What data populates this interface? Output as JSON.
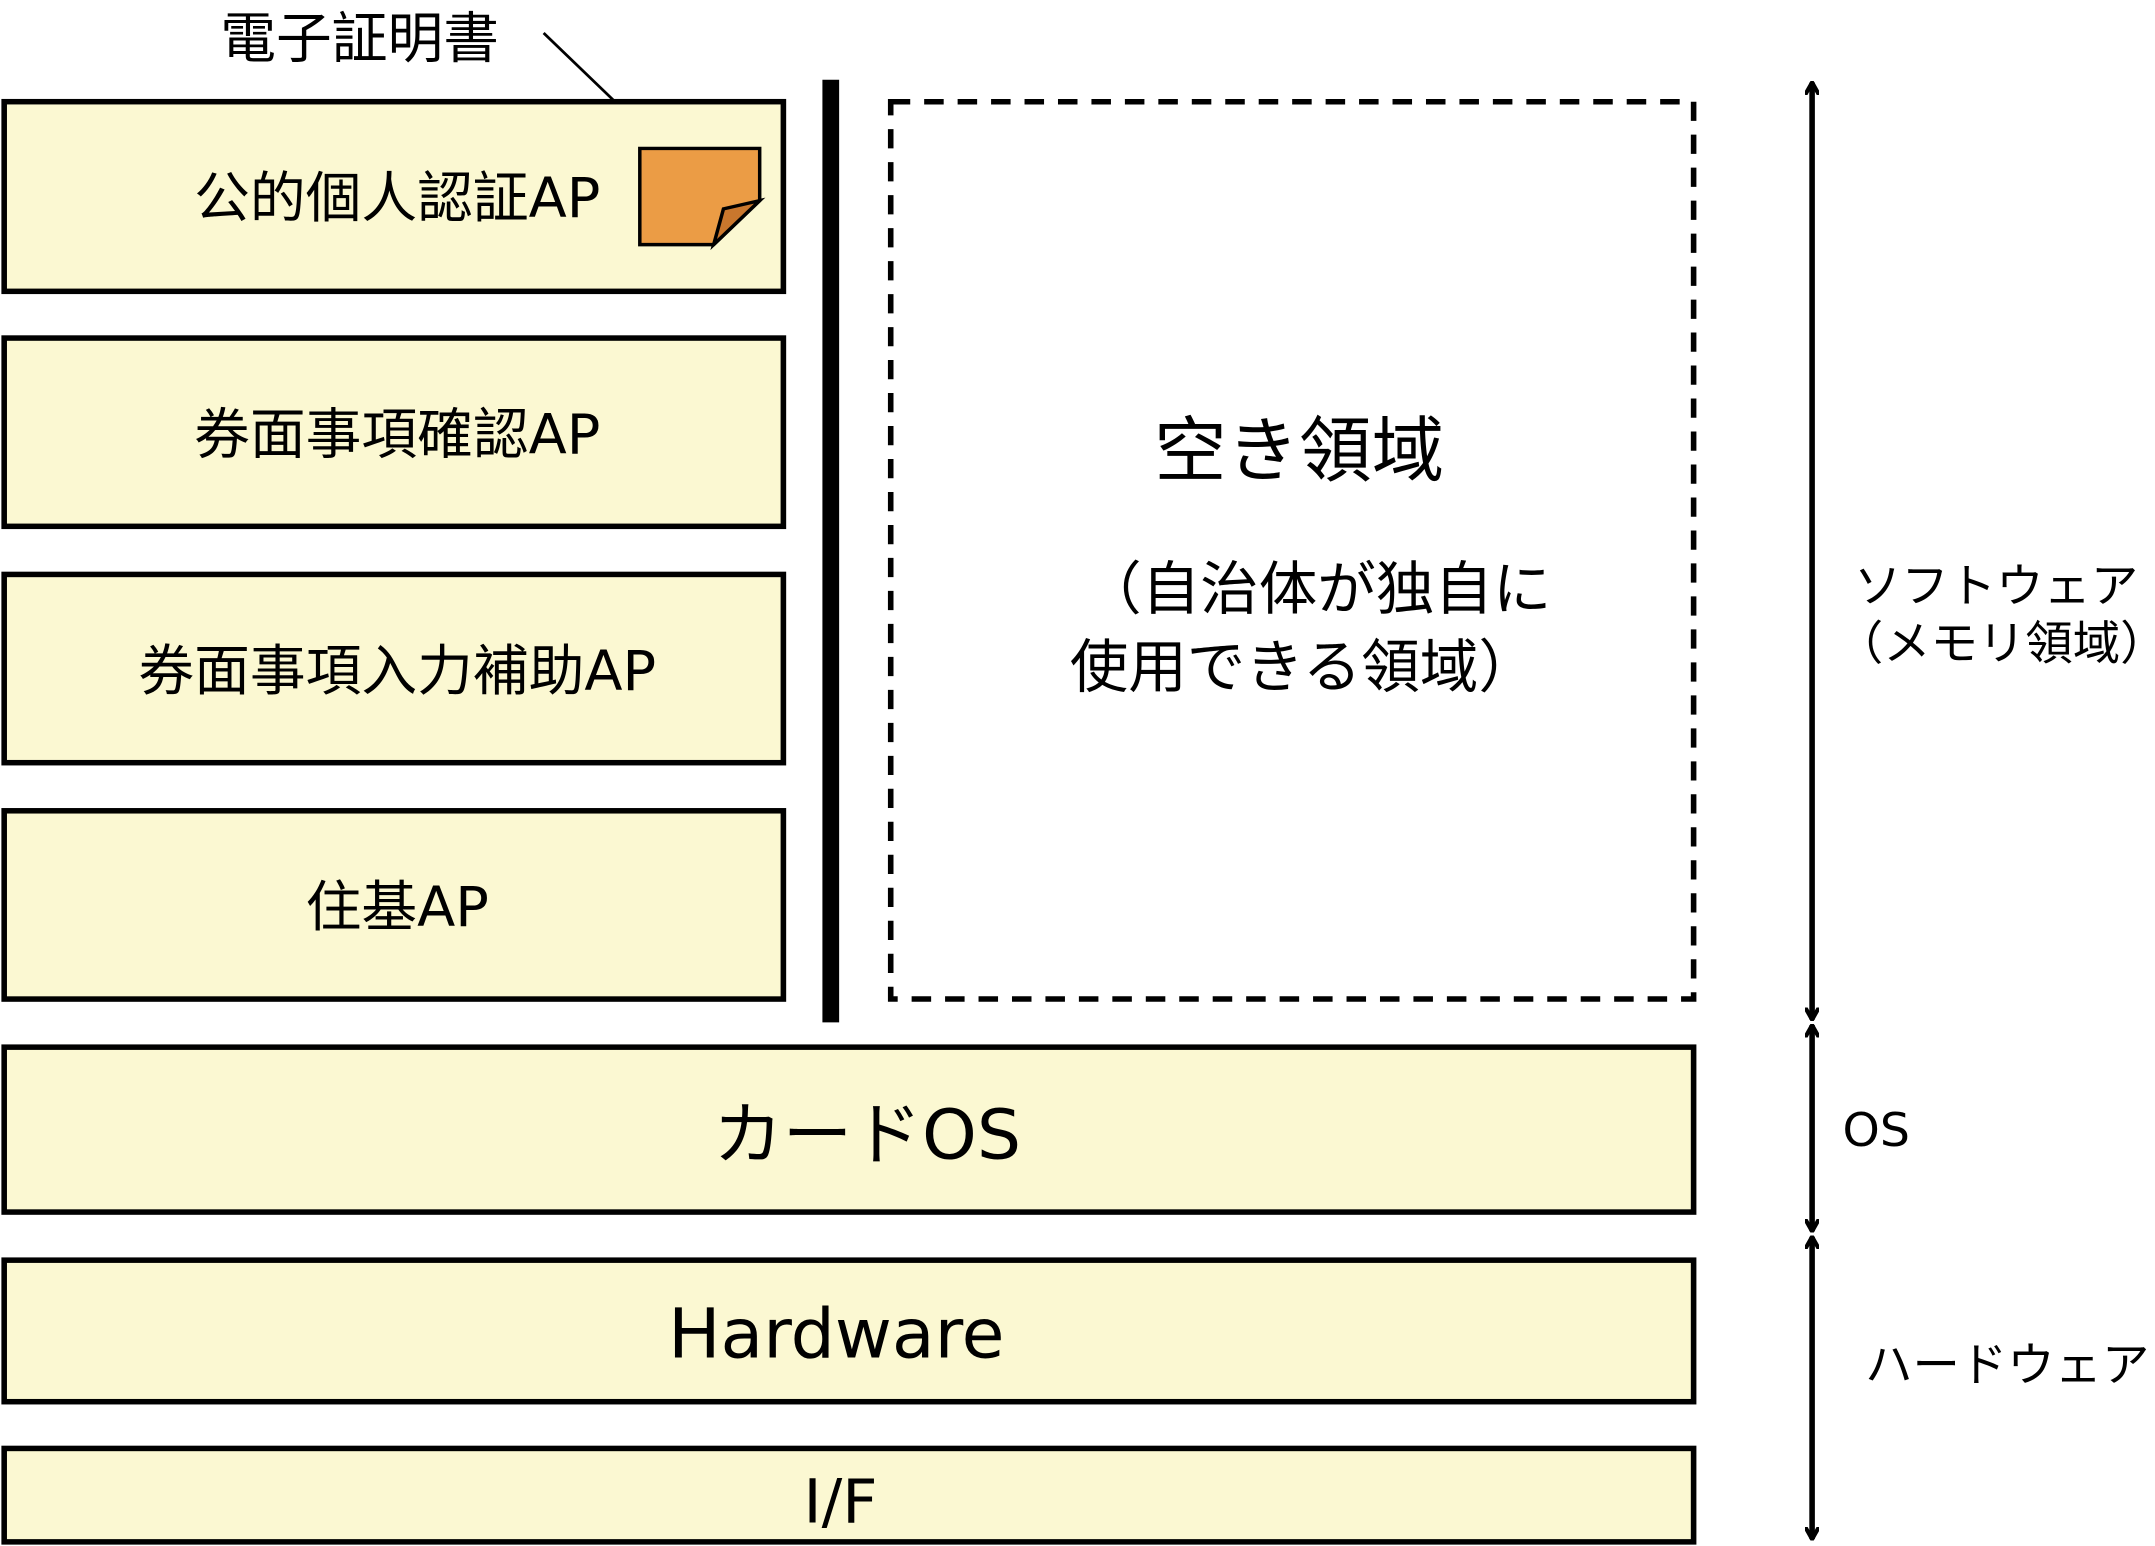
{
  "cert_label": "電子証明書",
  "apps": [
    "公的個人認証AP",
    "券面事項確認AP",
    "券面事項入力補助AP",
    "住基AP"
  ],
  "free_area": {
    "title": "空き領域",
    "note_line1": "（自治体が独自に",
    "note_line2": "使用できる領域）"
  },
  "card_os": "カードOS",
  "hardware": "Hardware",
  "interface": "I/F",
  "side_labels": {
    "software_line1": "ソフトウェア",
    "software_line2": "（メモリ領域）",
    "os": "OS",
    "hardware": "ハードウェア"
  },
  "colors": {
    "box_fill": "#fbf8d2",
    "cert_fill": "#eb9c45"
  }
}
